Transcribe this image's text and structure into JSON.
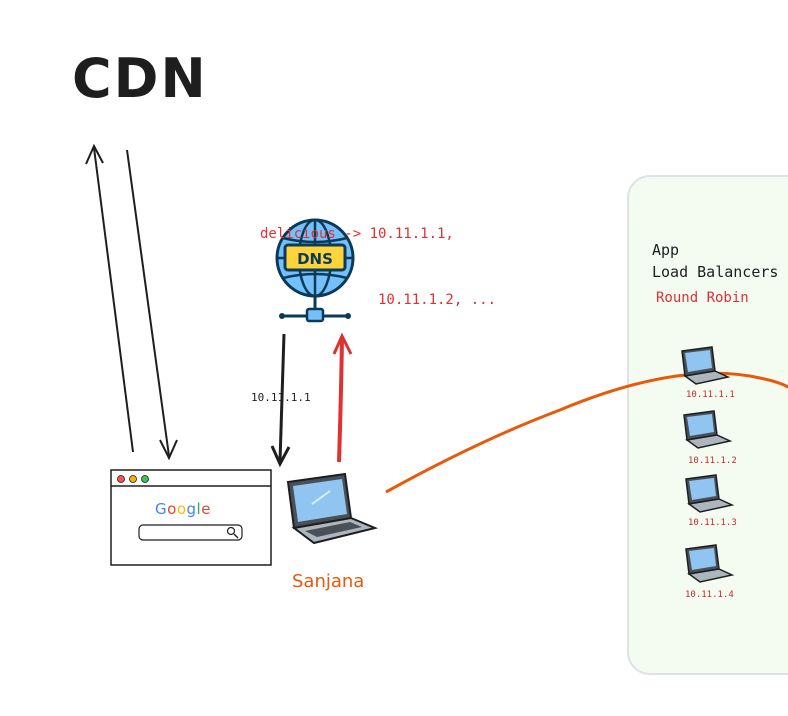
{
  "cdn": {
    "title": "CDN"
  },
  "dns": {
    "icon_label": "DNS",
    "record_line1": "delicious -> 10.11.1.1,",
    "record_line2": "10.11.1.2, ..."
  },
  "lookup": {
    "returned_ip": "10.11.1.1"
  },
  "browser": {
    "logo_letters": [
      "G",
      "o",
      "o",
      "g",
      "l",
      "e"
    ]
  },
  "user": {
    "name": "Sanjana"
  },
  "load_balancer_panel": {
    "title_line1": "App",
    "title_line2": "Load Balancers",
    "strategy": "Round Robin",
    "servers": [
      "10.11.1.1",
      "10.11.1.2",
      "10.11.1.3",
      "10.11.1.4"
    ]
  },
  "colors": {
    "ink": "#1e1e1e",
    "red": "#e03131",
    "orange": "#e8590c",
    "panel_bg": "#f4fbf1",
    "globe": "#74c0fc",
    "dns_badge": "#ffd43b"
  }
}
